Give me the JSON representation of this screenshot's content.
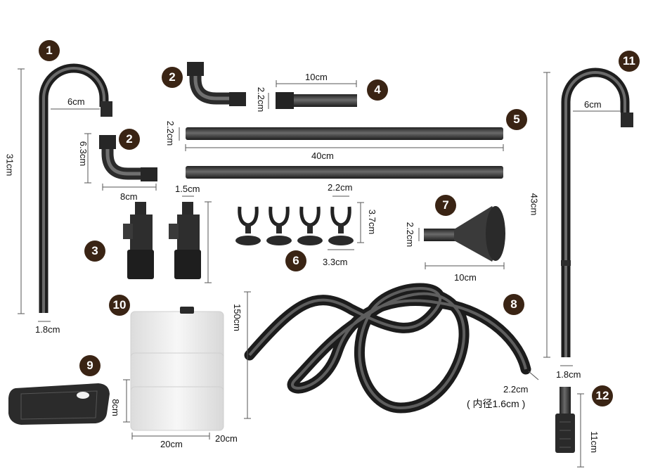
{
  "colors": {
    "badge": "#3a2414",
    "part": "#3c3c3c",
    "part_dark": "#1e1e1e",
    "dim_line": "#555555",
    "container": "#ececec"
  },
  "badges": [
    "1",
    "2",
    "2",
    "3",
    "4",
    "5",
    "6",
    "7",
    "8",
    "9",
    "10",
    "11",
    "12"
  ],
  "dims": {
    "pipe1_width": "6cm",
    "pipe1_height": "31cm",
    "pipe1_dia": "1.8cm",
    "elbow_width": "8cm",
    "elbow_height": "6.3cm",
    "elbow_top_dia": "2.2cm",
    "tube4_len": "10cm",
    "pipe5_dia": "2.2cm",
    "pipe5_len": "40cm",
    "valve_dia": "1.5cm",
    "clip_width": "2.2cm",
    "clip_height": "3.7cm",
    "clip_base": "3.3cm",
    "funnel_dia": "2.2cm",
    "funnel_len": "10cm",
    "pipe11_width": "6cm",
    "pipe11_height": "43cm",
    "pipe11_dia": "1.8cm",
    "hose_dia": "2.2cm",
    "hose_inner": "( 内径1.6cm )",
    "hose_len": "150cm",
    "container_width": "20cm",
    "container_depth": "20cm",
    "container_tier": "8cm",
    "strainer_len": "11cm"
  }
}
